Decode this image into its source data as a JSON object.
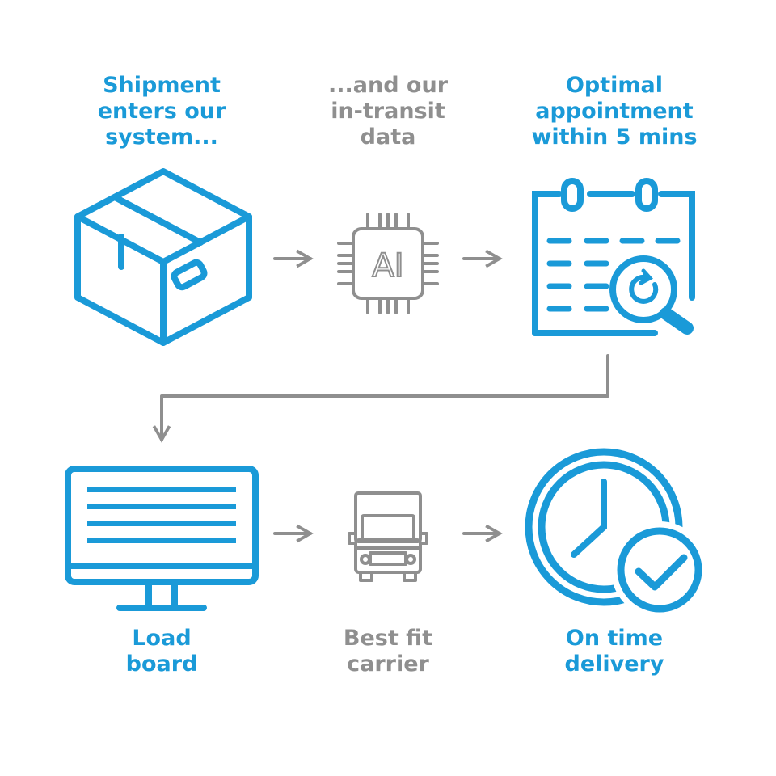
{
  "colors": {
    "accent": "#1a9ad8",
    "muted": "#8f8f8f"
  },
  "steps": {
    "shipment": {
      "line1": "Shipment",
      "line2": "enters our",
      "line3": "system...",
      "icon": "box-icon"
    },
    "data": {
      "line1": "...and our",
      "line2": "in-transit",
      "line3": "data",
      "icon": "ai-chip-icon",
      "chip_text": "AI"
    },
    "appointment": {
      "line1": "Optimal",
      "line2": "appointment",
      "line3": "within 5 mins",
      "icon": "calendar-search-icon"
    },
    "loadboard": {
      "line1": "Load",
      "line2": "board",
      "icon": "monitor-icon"
    },
    "carrier": {
      "line1": "Best fit",
      "line2": "carrier",
      "icon": "truck-icon"
    },
    "delivery": {
      "line1": "On time",
      "line2": "delivery",
      "icon": "clock-check-icon"
    }
  }
}
